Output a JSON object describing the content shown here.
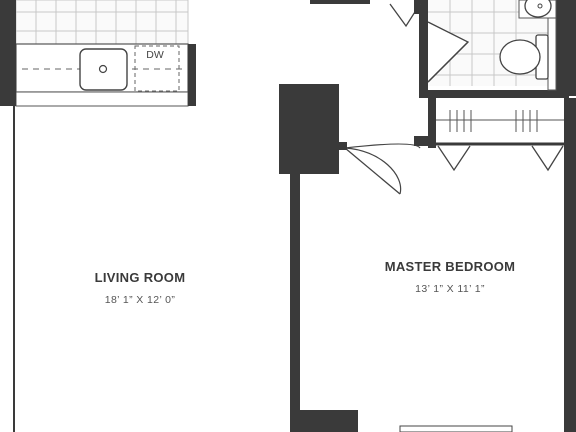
{
  "rooms": {
    "living_room": {
      "name": "LIVING ROOM",
      "dimensions": "18’ 1” X 12’ 0”"
    },
    "master_bedroom": {
      "name": "MASTER BEDROOM",
      "dimensions": "13’ 1” X 11’ 1”"
    }
  },
  "fixtures": {
    "dishwasher": "DW"
  },
  "colors": {
    "wall": "#3a3a3a",
    "line": "#555555",
    "tile": "#c8c8c8",
    "counter_fill": "#ececec"
  }
}
